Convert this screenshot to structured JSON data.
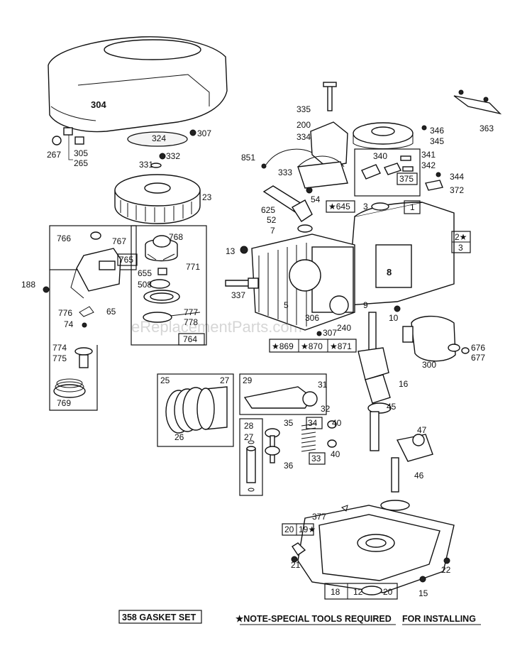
{
  "watermark": "eReplacementParts.com",
  "footer": {
    "gasket_set": "358 GASKET SET",
    "note": "★NOTE-SPECIAL TOOLS REQUIRED",
    "install": "FOR INSTALLING"
  },
  "labels": {
    "p304": "304",
    "p267": "267",
    "p305": "305",
    "p265": "265",
    "p324": "324",
    "p307a": "307",
    "p332": "332",
    "p331": "331",
    "p23": "23",
    "p335": "335",
    "p200": "200",
    "p334": "334",
    "p851": "851",
    "p333": "333",
    "p54": "54",
    "p625": "625",
    "p52": "52",
    "p7": "7",
    "p13": "13",
    "p337": "337",
    "p5": "5",
    "p306": "306",
    "p307b": "307",
    "p240": "240",
    "p9": "9",
    "p10": "10",
    "p8": "8",
    "p645": "★645",
    "p3a": "3",
    "p1": "1",
    "p2": "2★",
    "p3b": "3",
    "p346": "346",
    "p345": "345",
    "p363": "363",
    "p340": "340",
    "p341": "341",
    "p342": "342",
    "p375": "375",
    "p344": "344",
    "p372": "372",
    "p766": "766",
    "p767": "767",
    "p768": "768",
    "p765": "765",
    "p771": "771",
    "p655": "655",
    "p508": "508",
    "p777": "777",
    "p778": "778",
    "p764": "764",
    "p188": "188",
    "p776": "776",
    "p74": "74",
    "p65": "65",
    "p774": "774",
    "p775": "775",
    "p769": "769",
    "p869": "★869",
    "p870": "★870",
    "p871": "★871",
    "p676": "676",
    "p677": "677",
    "p300": "300",
    "p16": "16",
    "p45": "45",
    "p25": "25",
    "p27a": "27",
    "p26": "26",
    "p29": "29",
    "p31": "31",
    "p32": "32",
    "p28": "28",
    "p27b": "27",
    "p35": "35",
    "p34": "34",
    "p40a": "40",
    "p36": "36",
    "p33": "33",
    "p40b": "40",
    "p47": "47",
    "p46": "46",
    "p377": "377",
    "p20a": "20",
    "p19": "19★",
    "p21": "21",
    "p18": "18",
    "p12": "12",
    "p20b": "20",
    "p22": "22",
    "p15": "15"
  }
}
